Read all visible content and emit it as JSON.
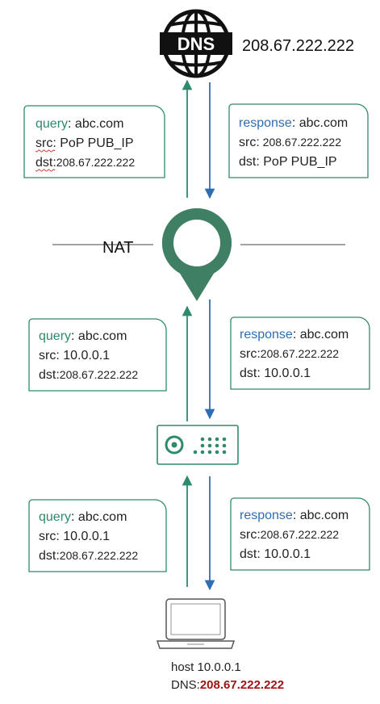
{
  "dns": {
    "label": "DNS",
    "ip": "208.67.222.222"
  },
  "nat": {
    "label": "NAT"
  },
  "boxes": {
    "top_query": {
      "keyword": "query",
      "rest": ": abc.com",
      "src_label": "src:",
      "src_value": " PoP PUB_IP",
      "dst_label": "dst:",
      "dst_value": "208.67.222.222"
    },
    "top_response": {
      "keyword": "response",
      "rest": ": abc.com",
      "src_label": "src:",
      "src_value": " 208.67.222.222",
      "dst_label": "dst:",
      "dst_value": " PoP PUB_IP"
    },
    "mid_query": {
      "keyword": "query",
      "rest": ": abc.com",
      "src_label": "src:",
      "src_value": " 10.0.0.1",
      "dst_label": "dst:",
      "dst_value": "208.67.222.222"
    },
    "mid_response": {
      "keyword": "response",
      "rest": ": abc.com",
      "src_label": "src:",
      "src_value": "208.67.222.222",
      "dst_label": "dst:",
      "dst_value": " 10.0.0.1"
    },
    "bot_query": {
      "keyword": "query",
      "rest": ": abc.com",
      "src_label": "src:",
      "src_value": " 10.0.0.1",
      "dst_label": "dst:",
      "dst_value": "208.67.222.222"
    },
    "bot_response": {
      "keyword": "response",
      "rest": ": abc.com",
      "src_label": "src:",
      "src_value": "208.67.222.222",
      "dst_label": "dst:",
      "dst_value": " 10.0.0.1"
    }
  },
  "host": {
    "line1": "host 10.0.0.1",
    "dns_label": "DNS:",
    "dns_value": "208.67.222.222"
  },
  "colors": {
    "green": "#2e8b6a",
    "blue": "#2f6db3",
    "nat_ring": "#3f7f64",
    "dns_red": "#a01414"
  },
  "icons": {
    "dns": "globe-dns-icon",
    "nat": "nat-pin-icon",
    "router": "router-icon",
    "host": "laptop-icon"
  }
}
